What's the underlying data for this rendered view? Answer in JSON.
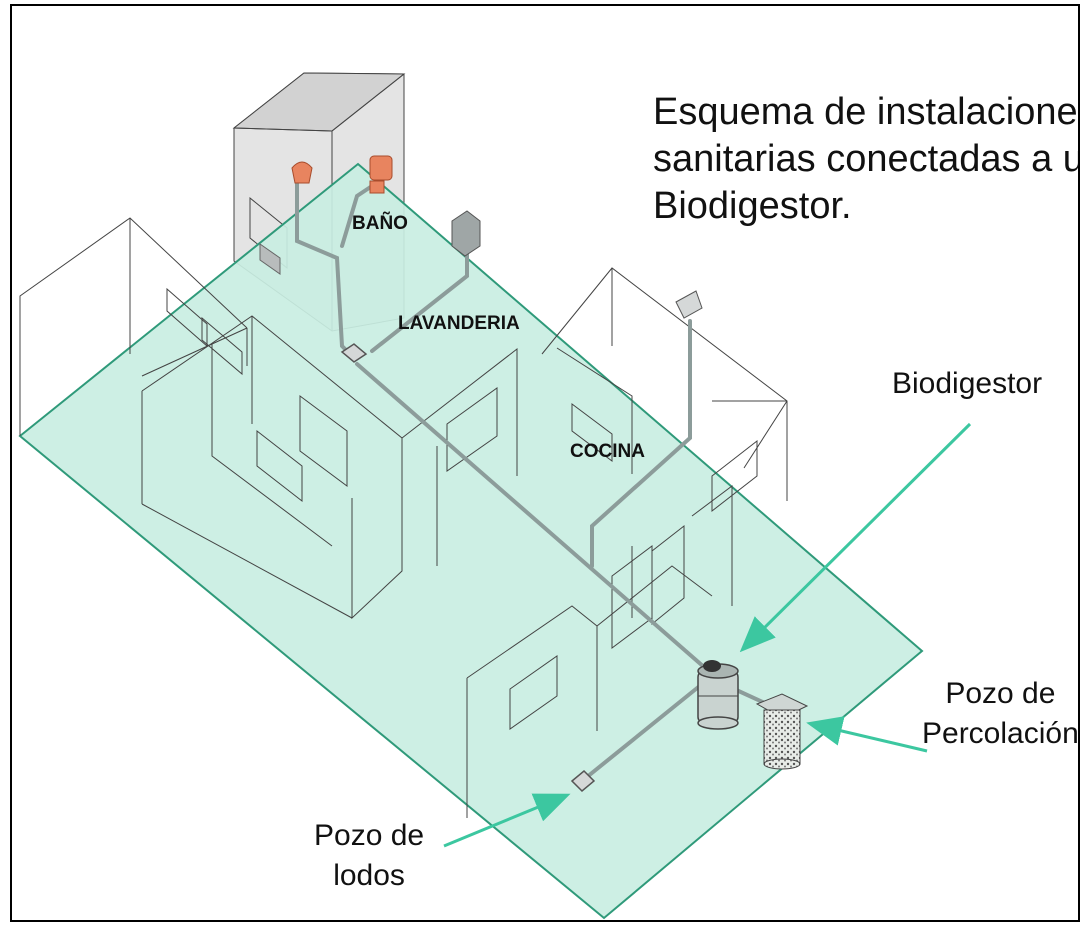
{
  "title": {
    "line1": "Esquema de instalaciones",
    "line2": "sanitarias conectadas a un",
    "line3": "Biodigestor."
  },
  "rooms": {
    "bano": "BAÑO",
    "lavanderia": "LAVANDERIA",
    "cocina": "COCINA"
  },
  "callouts": {
    "biodigestor": "Biodigestor",
    "pozo_percolacion_line1": "Pozo de",
    "pozo_percolacion_line2": "Percolación",
    "pozo_lodos_line1": "Pozo de",
    "pozo_lodos_line2": "lodos"
  },
  "colors": {
    "floor_fill": "#c9eee2",
    "floor_stroke": "#2f9a7a",
    "arrow": "#3cc7a0",
    "pipe": "#8c9c9a",
    "fixture_orange": "#e8845f",
    "wall_line": "#333333"
  }
}
